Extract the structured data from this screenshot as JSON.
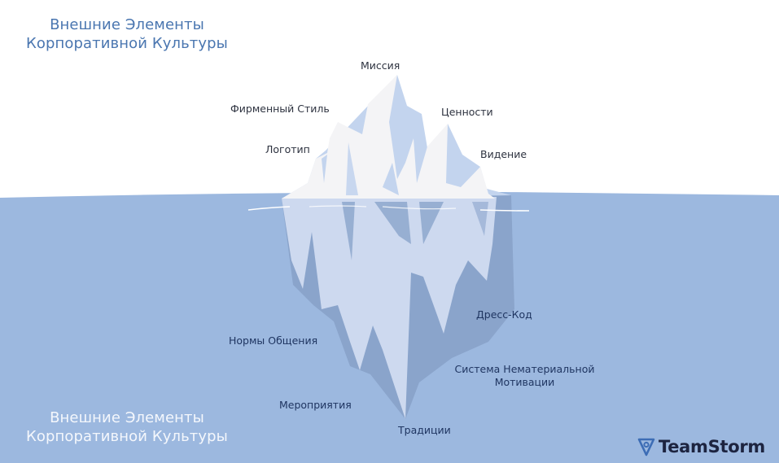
{
  "headings": {
    "top": [
      "Внешние Элементы",
      "Корпоративной Культуры"
    ],
    "bottom": [
      "Внешние Элементы",
      "Корпоративной Культуры"
    ]
  },
  "above_water_labels": {
    "mission": "Миссия",
    "brand_style": "Фирменный Стиль",
    "values": "Ценности",
    "logo": "Логотип",
    "vision": "Видение"
  },
  "below_water_labels": {
    "dress_code": "Дресс-Код",
    "communication_norms": "Нормы Общения",
    "motivation_line1": "Система Нематериальной",
    "motivation_line2": "Мотивации",
    "events": "Мероприятия",
    "traditions": "Традиции"
  },
  "brand": {
    "name": "TeamStorm",
    "icon": "shield-pin-icon"
  },
  "colors": {
    "sky": "#ffffff",
    "water": "#9cb8df",
    "ice_top": "#f4f4f6",
    "ice_top_shadow": "#c3d4ee",
    "ice_below": "#cdd9ef",
    "ice_below_shadow": "#8aa4cb",
    "heading_top": "#4a76b0",
    "heading_bottom": "#f4f7fc",
    "brand_text": "#1d2440",
    "brand_icon": "#3d6db5"
  }
}
